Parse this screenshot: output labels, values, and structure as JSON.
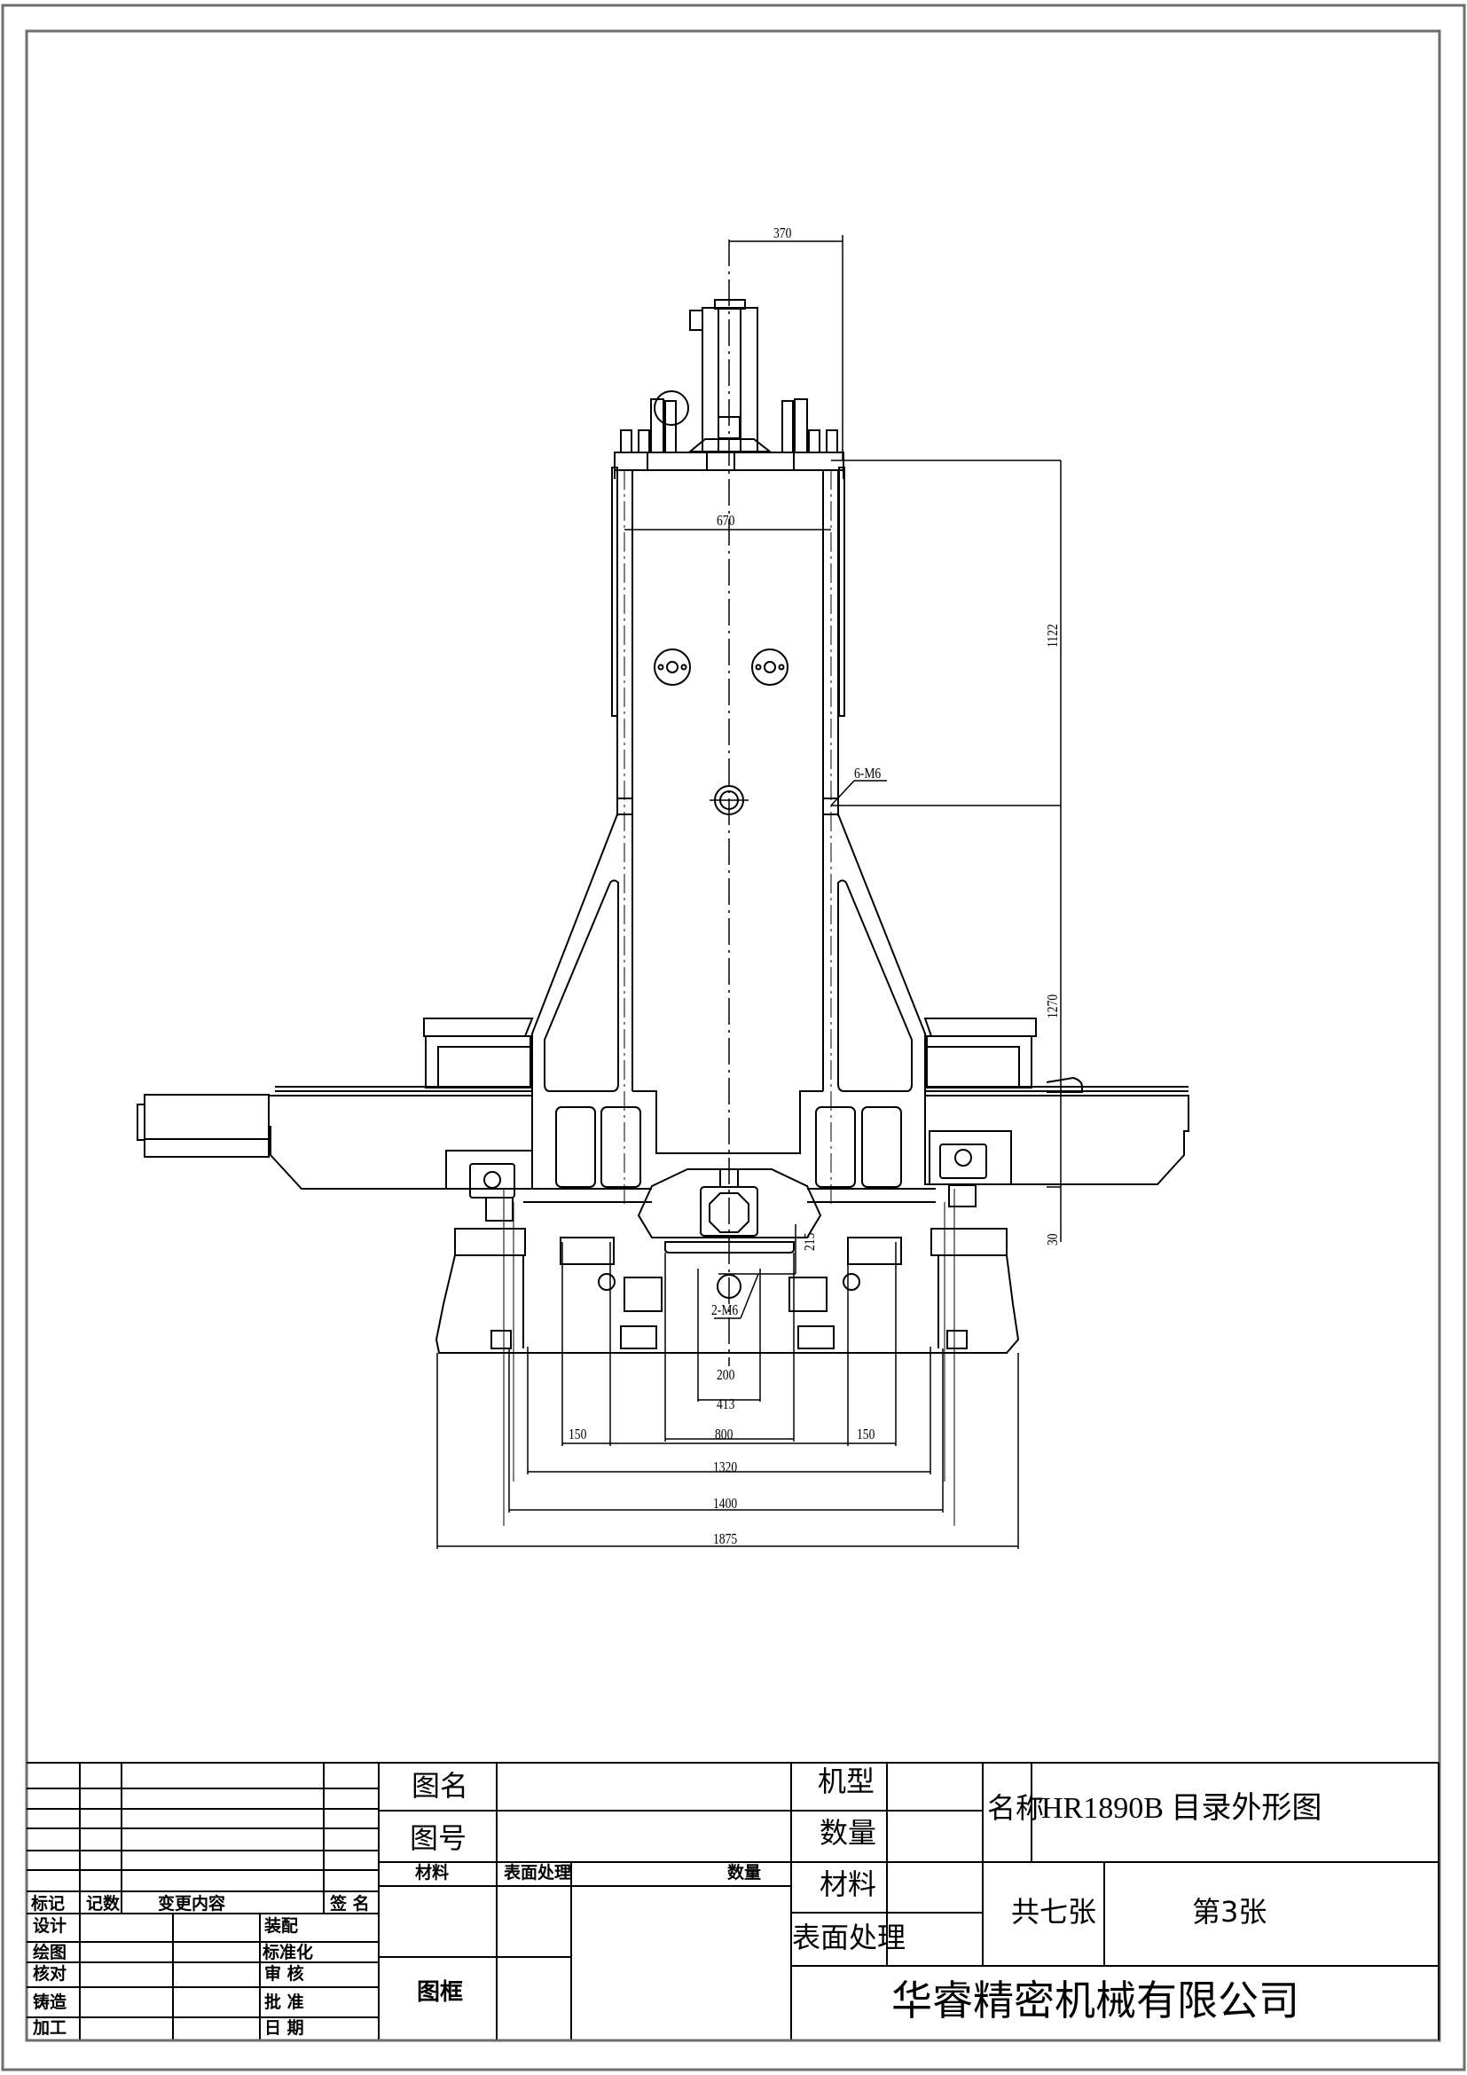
{
  "drawing": {
    "dimensions": {
      "top_offset": "370",
      "column_width": "670",
      "column_upper_height": "1122",
      "column_lower_height": "1270",
      "base_offset": "30",
      "spindle_height": "215",
      "hole_spec_column": "6-M6",
      "hole_spec_base": "2-M6",
      "hole_spacing": "200",
      "saddle_width": "413",
      "rail_offset_left": "150",
      "rail_span": "800",
      "rail_offset_right": "150",
      "base_inner_width": "1320",
      "base_foot_width": "1400",
      "overall_width": "1875"
    }
  },
  "title_block": {
    "revision_table": {
      "headers": [
        "标记",
        "记数",
        "变更内容",
        "签 名"
      ],
      "rows": [
        [
          "",
          "",
          "",
          ""
        ],
        [
          "",
          "",
          "",
          ""
        ],
        [
          "",
          "",
          "",
          ""
        ],
        [
          "",
          "",
          "",
          ""
        ],
        [
          "",
          "",
          "",
          ""
        ],
        [
          "",
          "",
          "",
          ""
        ]
      ]
    },
    "approval": {
      "left_labels": [
        "设计",
        "绘图",
        "核对",
        "铸造",
        "加工"
      ],
      "right_labels": [
        "装配",
        "标准化",
        "审 核",
        "批 准",
        "日 期"
      ]
    },
    "drawing_info": {
      "name_label": "图名",
      "name_value": "",
      "number_label": "图号",
      "number_value": "",
      "material_header": "材料",
      "surface_header": "表面处理",
      "quantity_header": "数量",
      "frame_label": "图框"
    },
    "spec": {
      "model_label": "机型",
      "model_value": "",
      "quantity_label": "数量",
      "quantity_value": "",
      "material_label": "材料",
      "material_value": "",
      "surface_label": "表面处理",
      "surface_value": ""
    },
    "title": {
      "name_label": "名称",
      "name_value": "HR1890B  目录外形图",
      "total_sheets": "共七张",
      "sheet_number": "第3张",
      "company": "华睿精密机械有限公司"
    }
  }
}
